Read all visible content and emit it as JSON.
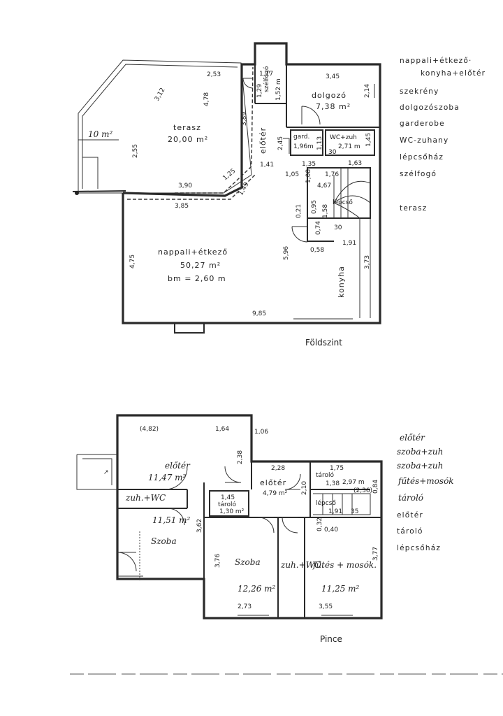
{
  "ground_floor": {
    "caption": "Földszint",
    "rooms": {
      "terasz_label": "terasz",
      "terasz_area": "20,00 m²",
      "dolgozo_label": "dolgozó",
      "dolgozo_area": "7,38 m²",
      "szelfogo_label": "szélfogó",
      "szelfogo_area": "1,52 m",
      "eloter_label": "előtér",
      "gard_label": "gard.",
      "gard_area": "1,96m",
      "wc_label": "WC+zuh",
      "wc_area": "2,71 m",
      "lepcso_label": "lépcső",
      "lepcso_area": "4,67",
      "nappali_label": "nappali+étkező",
      "nappali_area": "50,27 m²",
      "nappali_height": "bm = 2,60 m",
      "konyha_label": "konyha",
      "note": "10 m²"
    },
    "dims": {
      "d1": "2,53",
      "d2": "3,12",
      "d3": "4,78",
      "d4": "2,55",
      "d5": "3,90",
      "d6": "3,85",
      "d7": "1,25",
      "d8": "1,49",
      "d9": "3,89",
      "d10": "1,17",
      "d11": "1,29",
      "d12": "3,45",
      "d13": "2,14",
      "d14": "2,45",
      "d15": "1,41",
      "d16": "1,35",
      "d17": "1,13",
      "d18": "1,63",
      "d19": "1,45",
      "d20": "1,05",
      "d21": "1,08",
      "d22": "1,76",
      "d23": "0,21",
      "d24": "0,95",
      "d25": "1,58",
      "d26": "0,74",
      "d27": "0,58",
      "d28": "1,91",
      "d29": "5,96",
      "d30": "4,75",
      "d31": "3,73",
      "d32": "9,85",
      "d33": "30",
      "d34": "30"
    }
  },
  "basement": {
    "caption": "Pince",
    "rooms": {
      "eloter1_label": "előtér",
      "eloter1_area": "11,47 m²",
      "zuh_label": "zuh.+WC",
      "szoba1_area": "11,51 m²",
      "szoba1_label": "Szoba",
      "eloter2_label": "előtér",
      "eloter2_area": "4,79 m²",
      "tarolo1_label": "tároló",
      "tarolo1_area": "1,30 m²",
      "tarolo2_label": "tároló",
      "tarolo2_area": "2,97 m",
      "lepcso_label": "lépcső",
      "szoba2_label": "Szoba",
      "szoba2_area": "12,26 m²",
      "zuhwc2_label": "zuh.+WC",
      "futes_label": "fűtés + mosók.",
      "futes_area": "11,25 m²"
    },
    "dims": {
      "b1": "(4,82)",
      "b2": "1,64",
      "b3": "2,38",
      "b4": "2,28",
      "b5": "1,75",
      "b6": "1,38",
      "b7": "(2,36)",
      "b8": "0,84",
      "b9": "1,45",
      "b10": "2,10",
      "b11": "1,91",
      "b12": "35",
      "b13": "0,32",
      "b14": "0,40",
      "b15": "3,62",
      "b16": "3,76",
      "b17": "3,77",
      "b18": "2,73",
      "b19": "3,55",
      "b20": "1,06"
    }
  },
  "legend_ground": [
    "nappali+étkező·",
    "konyha+előtér",
    "szekrény",
    "dolgozószoba",
    "garderobe",
    "WC-zuhany",
    "lépcsőház",
    "szélfogó",
    "terasz"
  ],
  "legend_basement_hand": [
    "előtér",
    "szoba+zuh",
    "szoba+zuh",
    "fűtés+mosók",
    "tároló"
  ],
  "legend_basement_print": [
    "előtér",
    "tároló",
    "lépcsőház"
  ]
}
